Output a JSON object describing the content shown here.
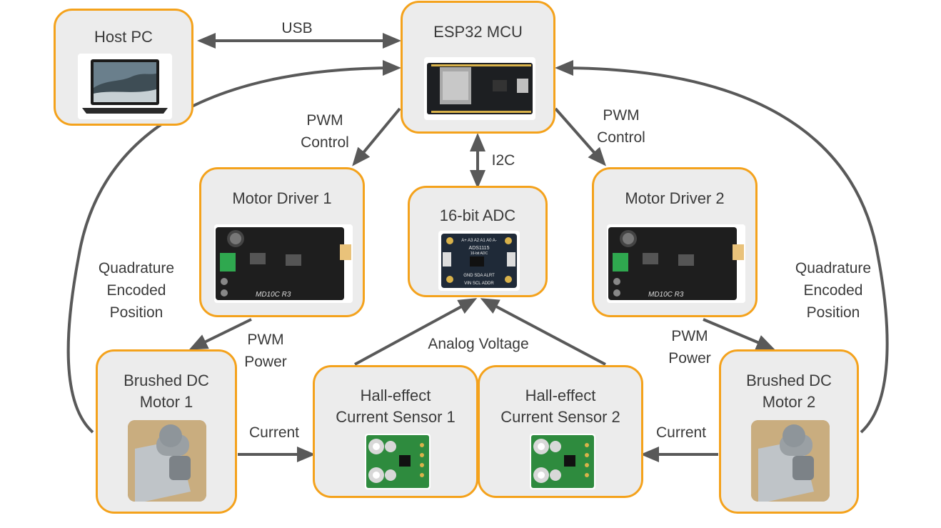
{
  "nodes": {
    "host_pc": {
      "title": "Host PC"
    },
    "esp32": {
      "title": "ESP32 MCU"
    },
    "motor_driver_1": {
      "title": "Motor Driver 1",
      "board_label": "MD10C R3"
    },
    "motor_driver_2": {
      "title": "Motor Driver 2",
      "board_label": "MD10C R3"
    },
    "adc": {
      "title": "16-bit ADC",
      "chip_label": "ADS1115",
      "sub_label": "16-bit ADC",
      "pins_top": "A+ A3 A2 A1 A0 A-",
      "pins_bottom": "GND SDA ALRT",
      "pins_bottom2": "VIN SCL ADDR"
    },
    "motor_1": {
      "title": "Brushed DC\nMotor 1"
    },
    "motor_2": {
      "title": "Brushed DC\nMotor 2"
    },
    "sensor_1": {
      "title": "Hall-effect\nCurrent Sensor 1"
    },
    "sensor_2": {
      "title": "Hall-effect\nCurrent Sensor 2"
    }
  },
  "edges": {
    "usb": "USB",
    "pwm_control_left": "PWM\nControl",
    "pwm_control_right": "PWM\nControl",
    "i2c": "I2C",
    "quadrature_left": "Quadrature\nEncoded\nPosition",
    "quadrature_right": "Quadrature\nEncoded\nPosition",
    "pwm_power_left": "PWM\nPower",
    "pwm_power_right": "PWM\nPower",
    "analog_voltage": "Analog Voltage",
    "current_left": "Current",
    "current_right": "Current"
  },
  "colors": {
    "node_border": "#f4a21c",
    "node_fill": "#ececec",
    "arrow": "#595959",
    "text": "#3a3a3a"
  }
}
